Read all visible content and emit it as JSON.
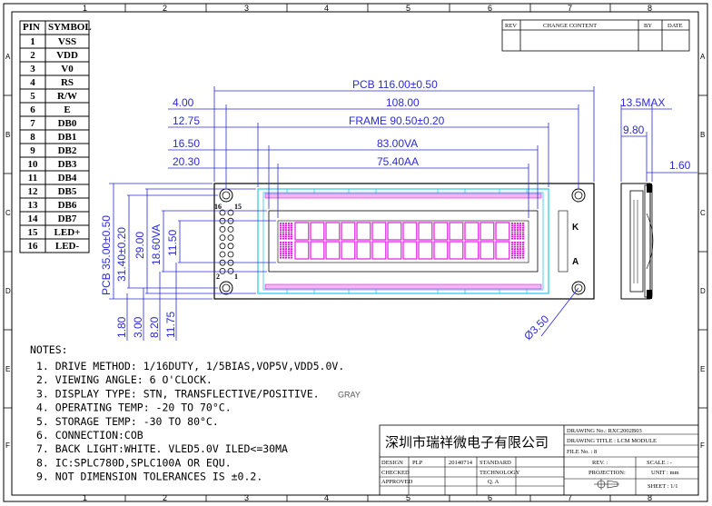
{
  "grid": {
    "columns": [
      "1",
      "2",
      "3",
      "4",
      "5",
      "6",
      "7",
      "8"
    ],
    "rows": [
      "A",
      "B",
      "C",
      "D",
      "E",
      "F"
    ]
  },
  "pin_table": {
    "headers": [
      "PIN",
      "SYMBOL"
    ],
    "rows": [
      [
        "1",
        "VSS"
      ],
      [
        "2",
        "VDD"
      ],
      [
        "3",
        "V0"
      ],
      [
        "4",
        "RS"
      ],
      [
        "5",
        "R/W"
      ],
      [
        "6",
        "E"
      ],
      [
        "7",
        "DB0"
      ],
      [
        "8",
        "DB1"
      ],
      [
        "9",
        "DB2"
      ],
      [
        "10",
        "DB3"
      ],
      [
        "11",
        "DB4"
      ],
      [
        "12",
        "DB5"
      ],
      [
        "13",
        "DB6"
      ],
      [
        "14",
        "DB7"
      ],
      [
        "15",
        "LED+"
      ],
      [
        "16",
        "LED-"
      ]
    ]
  },
  "revision_table": {
    "headers": [
      "REV",
      "CHANGE CONTENT",
      "BY",
      "DATE"
    ]
  },
  "dimensions": {
    "pcb_width": "PCB  116.00±0.50",
    "hole_pitch": "108.00",
    "frame_offset": "12.75",
    "frame_width": "FRAME  90.50±0.20",
    "va_offset": "16.50",
    "va_width": "83.00VA",
    "aa_offset": "20.30",
    "aa_width": "75.40AA",
    "hole_offset": "4.00",
    "thickness_max": "13.5MAX",
    "thickness_body": "9.80",
    "pin_thickness": "1.60",
    "pcb_height": "PCB  35.00±0.50",
    "hole_pitch_v": "31.40±0.20",
    "frame_height": "29.00",
    "va_height": "18.60VA",
    "aa_height": "11.50",
    "bottom_1": "1.80",
    "bottom_2": "3.00",
    "bottom_3": "8.20",
    "bottom_4": "11.75",
    "hole_dia": "Ø3.50"
  },
  "module_labels": {
    "pin16": "16",
    "pin15": "15",
    "pin2": "2",
    "pin1": "1",
    "k": "K",
    "a": "A"
  },
  "notes": {
    "title": "NOTES:",
    "items": [
      "1.  DRIVE METHOD: 1/16DUTY, 1/5BIAS,VOP5V,VDD5.0V.",
      "2.  VIEWING ANGLE: 6 O'CLOCK.",
      "3.  DISPLAY TYPE: STN, TRANSFLECTIVE/POSITIVE.",
      "4.  OPERATING TEMP: -20  TO  70°C.",
      "5.  STORAGE TEMP: -30  TO  80°C.",
      "6.  CONNECTION:COB",
      "7.  BACK LIGHT:WHITE. VLED5.0V ILED<=30MA",
      "8.  IC:SPLC780D,SPLC100A  OR  EQU.",
      "9.  NOT DIMENSION TOLERANCES IS ±0.2."
    ],
    "gray_suffix": "GRAY"
  },
  "title_block": {
    "company": "深圳市瑞祥微电子有限公司",
    "drawing_no": "DRAWING No.: RXC2002B03",
    "drawing_title": "DRAWING TITLE : LCM MODULE",
    "file_no": "FILE No. : 8",
    "rev": "REV. :",
    "scale": "SCALE : -",
    "unit": "UNIT : mm",
    "projection": "PROJECTION:",
    "sheet": "SHEET : 1/1",
    "design_label": "DESIGN",
    "design_name": "PLP",
    "date": "20140714",
    "standard": "STANDARD",
    "checked": "CHECKED",
    "technology": "TECHNOLOGY",
    "approved": "APPROVED",
    "qa": "Q. A"
  },
  "colors": {
    "dimension": "#2b2bd6",
    "frame_cyan": "#29c8e6",
    "pixel_magenta": "#e01ce0",
    "outline": "#000000"
  }
}
